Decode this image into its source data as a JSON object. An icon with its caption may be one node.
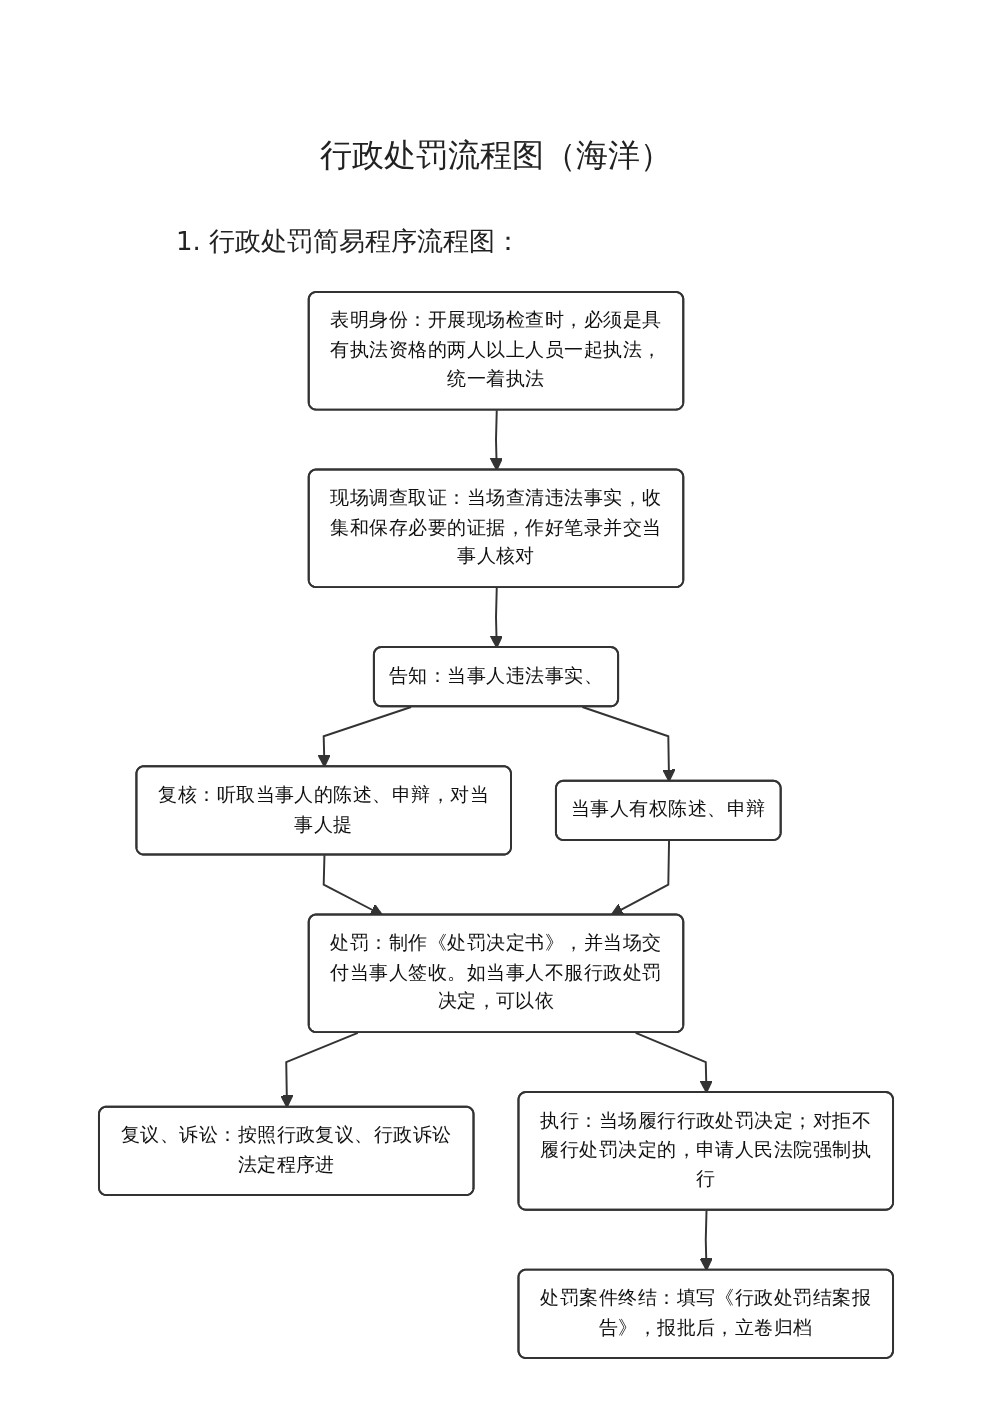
{
  "diagram": {
    "title": "行政处罚流程图（海洋）",
    "nodes": [
      {
        "text": [
          "表明身份：开展现场检查时，必须是具有执法资格的两人以上人员一起执法，统一着执法"
        ]
      },
      {
        "text": [
          "现场调查取证：当场查清违法事实，收集和保存必要的证据，作好笔录并交当事人核对"
        ]
      },
      {
        "text": [
          "复核：听取当事人的陈述、申辩，对当事人提"
        ]
      },
      {
        "text": [
          "告知：当事人违法事实、"
        ]
      },
      {
        "text": [
          "当事人有权陈述、申辩"
        ]
      },
      {
        "text": [
          "处罚：制作《处罚决定书》，并当场交付当事人签收。如当事人不服行政处罚决定，可以依"
        ]
      },
      {
        "text": [
          "复议、诉讼：按照行政复议、行政诉讼法定程序进"
        ]
      },
      {
        "text": [
          "执行：当场履行行政处罚决定；对拒不履行处罚决定的，申请人民法院强制执行"
        ]
      },
      {
        "text": [
          "处罚案件终结：填写《行政处罚结案报告》，报批后，立卷归档"
        ]
      }
    ],
    "edges": [
      {
        "from": 0,
        "to": 1,
        "arrow": "to"
      },
      {
        "from": 1,
        "to": 3,
        "arrow": "to"
      },
      {
        "from": 3,
        "to": 2,
        "arrow": "to"
      },
      {
        "from": 3,
        "to": 4,
        "arrow": "to"
      },
      {
        "from": 2,
        "to": 5,
        "arrow": "to"
      },
      {
        "from": 4,
        "to": 5,
        "arrow": "to"
      },
      {
        "from": 5,
        "to": 7,
        "arrow": "to"
      },
      {
        "from": 5,
        "to": 6,
        "arrow": "to"
      },
      {
        "from": 7,
        "to": 8,
        "arrow": "to"
      }
    ],
    "labels": [
      "1. 行政处罚简易程序流程图："
    ]
  }
}
